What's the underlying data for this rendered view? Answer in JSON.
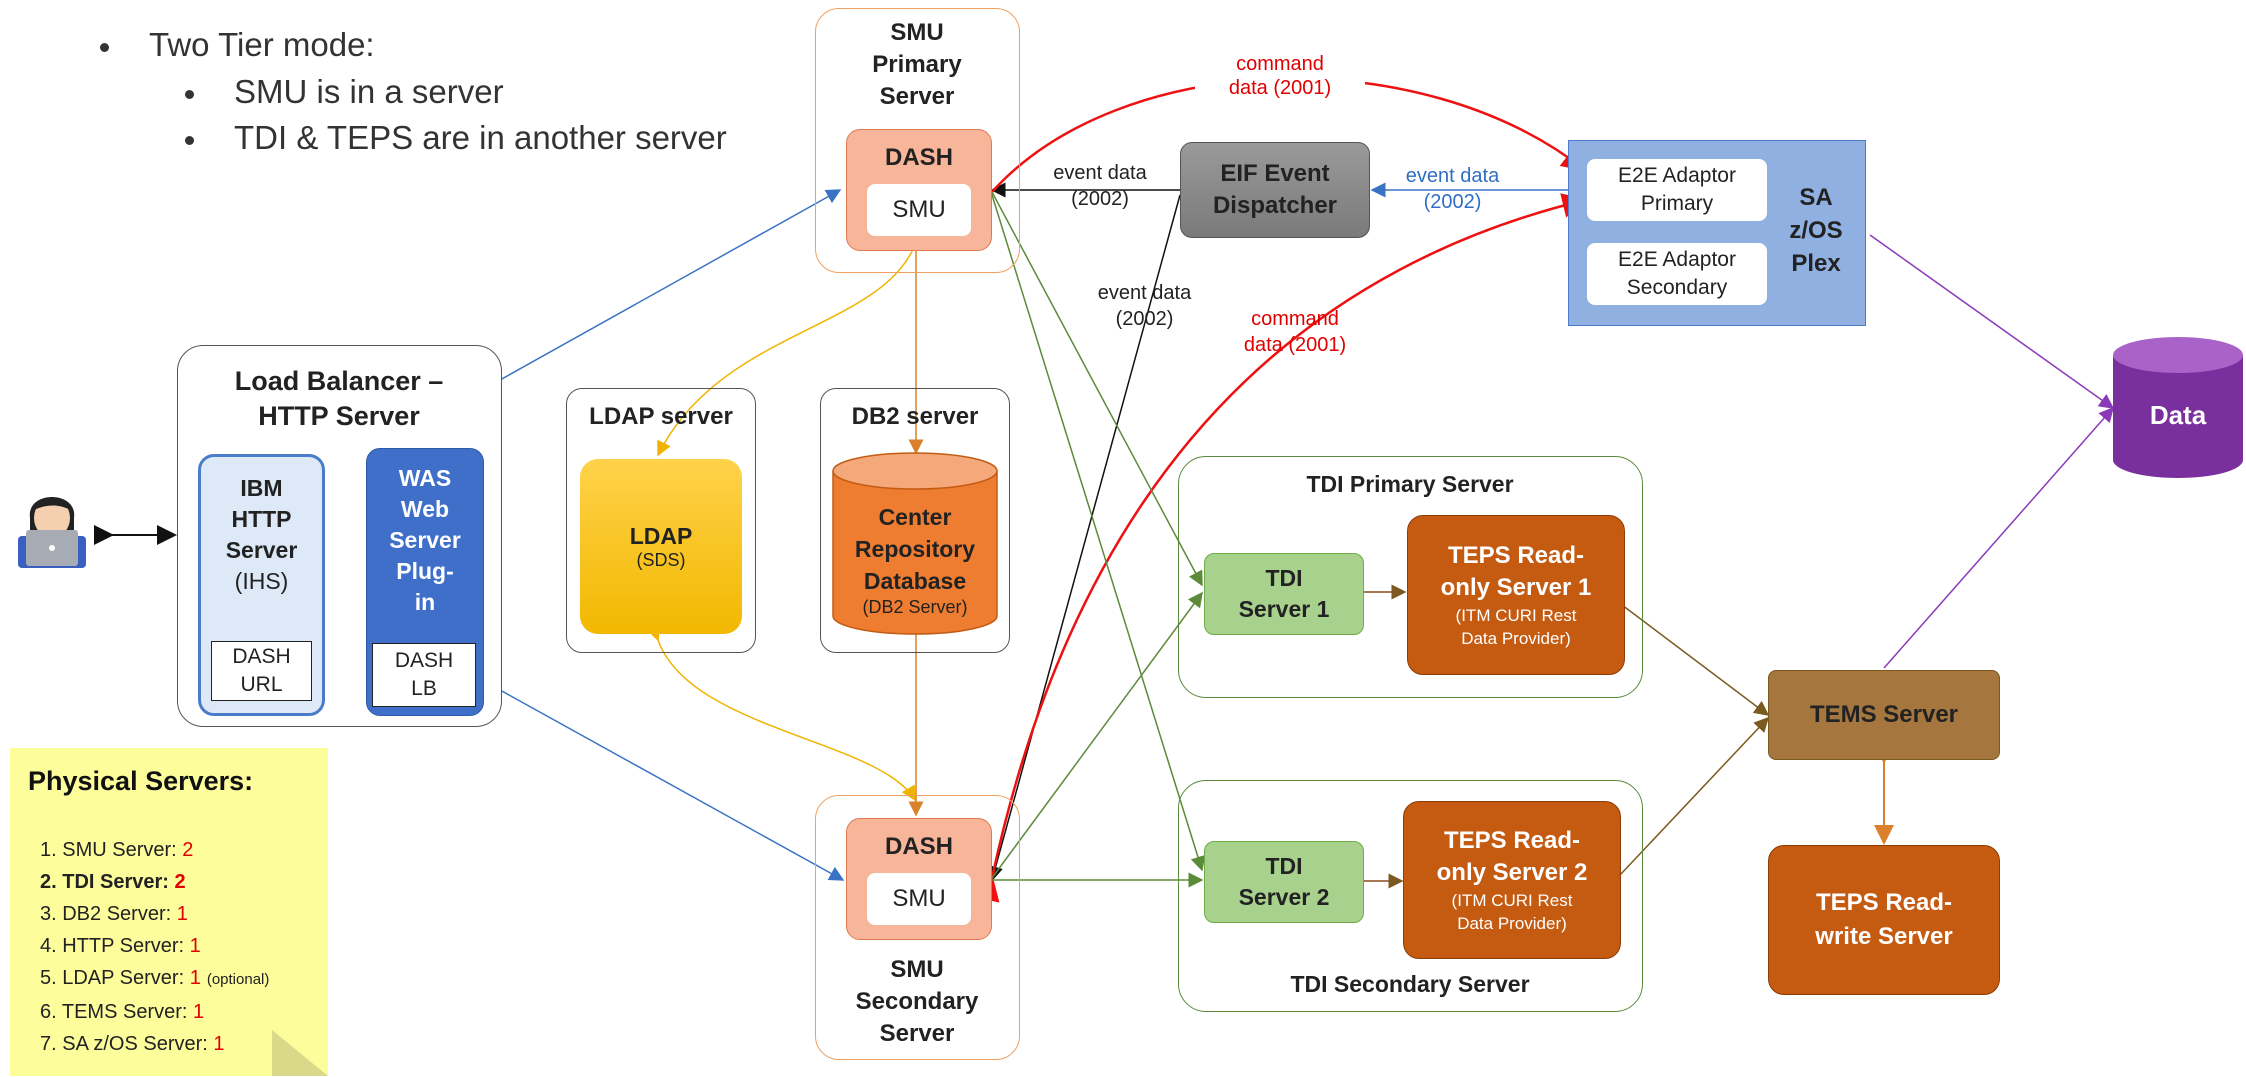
{
  "bullets": {
    "title": "Two Tier mode:",
    "items": [
      "SMU is in a server",
      "TDI & TEPS are in another server"
    ]
  },
  "smu_primary": {
    "title_l1": "SMU",
    "title_l2": "Primary",
    "title_l3": "Server",
    "dash": "DASH",
    "smu": "SMU"
  },
  "smu_secondary": {
    "title_l1": "SMU",
    "title_l2": "Secondary",
    "title_l3": "Server",
    "dash": "DASH",
    "smu": "SMU"
  },
  "load_balancer": {
    "title_l1": "Load Balancer –",
    "title_l2": "HTTP Server",
    "ihs_l1": "IBM",
    "ihs_l2": "HTTP",
    "ihs_l3": "Server",
    "ihs_l4": "(IHS)",
    "ihs_url_l1": "DASH",
    "ihs_url_l2": "URL",
    "was_l1": "WAS",
    "was_l2": "Web",
    "was_l3": "Server",
    "was_l4": "Plug-",
    "was_l5": "in",
    "was_lb_l1": "DASH",
    "was_lb_l2": "LB"
  },
  "ldap_server": {
    "title": "LDAP server",
    "name": "LDAP",
    "sub": "(SDS)"
  },
  "db2_server": {
    "title": "DB2 server",
    "l1": "Center",
    "l2": "Repository",
    "l3": "Database",
    "sub": "(DB2 Server)"
  },
  "eif": {
    "l1": "EIF Event",
    "l2": "Dispatcher"
  },
  "sa_plex": {
    "l1": "SA",
    "l2": "z/OS",
    "l3": "Plex",
    "primary_l1": "E2E Adaptor",
    "primary_l2": "Primary",
    "secondary_l1": "E2E Adaptor",
    "secondary_l2": "Secondary"
  },
  "data_store": {
    "label": "Data"
  },
  "tdi_primary": {
    "title": "TDI Primary Server",
    "tdi_l1": "TDI",
    "tdi_l2": "Server 1",
    "teps_l1": "TEPS Read-",
    "teps_l2": "only Server 1",
    "teps_sub1": "(ITM CURI Rest",
    "teps_sub2": "Data Provider)"
  },
  "tdi_secondary": {
    "title": "TDI Secondary Server",
    "tdi_l1": "TDI",
    "tdi_l2": "Server 2",
    "teps_l1": "TEPS Read-",
    "teps_l2": "only Server 2",
    "teps_sub1": "(ITM CURI Rest",
    "teps_sub2": "Data Provider)"
  },
  "tems": {
    "label": "TEMS Server"
  },
  "teps_rw": {
    "l1": "TEPS Read-",
    "l2": "write Server"
  },
  "labels": {
    "cmd1_l1": "command",
    "cmd1_l2": "data (2001)",
    "ev1_l1": "event data",
    "ev1_l2": "(2002)",
    "ev2_l1": "event data",
    "ev2_l2": "(2002)",
    "ev3_l1": "event data",
    "ev3_l2": "(2002)",
    "cmd2_l1": "command",
    "cmd2_l2": "data (2001)"
  },
  "physical": {
    "title": "Physical Servers:",
    "rows": [
      {
        "label": "1. SMU  Server: ",
        "value": "2",
        "bold": false,
        "extra": ""
      },
      {
        "label": "2. TDI  Server: ",
        "value": "2",
        "bold": true,
        "extra": ""
      },
      {
        "label": "3. DB2   Server: ",
        "value": "1",
        "bold": false,
        "extra": ""
      },
      {
        "label": "4. HTTP Server: ",
        "value": "1",
        "bold": false,
        "extra": ""
      },
      {
        "label": "5. LDAP Server: ",
        "value": "1",
        "bold": false,
        "extra": "(optional)"
      },
      {
        "label": "6. TEMS Server: ",
        "value": "1",
        "bold": false,
        "extra": ""
      },
      {
        "label": "7. SA z/OS Server: ",
        "value": "1",
        "bold": false,
        "extra": ""
      }
    ]
  },
  "colors": {
    "blue_line": "#3b73c4",
    "red_line": "#ee1111",
    "green_line": "#5b8a3a",
    "orange_line": "#d9822b",
    "yellow_line": "#f0b400",
    "brown_line": "#7a5a1e",
    "purple_line": "#8a3ab8"
  }
}
